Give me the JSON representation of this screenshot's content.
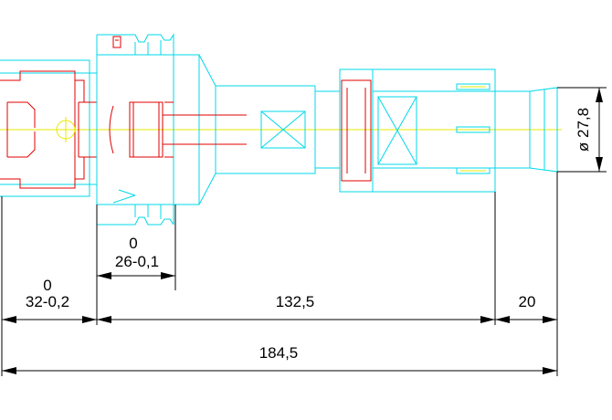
{
  "drawing": {
    "colors": {
      "outline": "#00d8e8",
      "detail": "#e00000",
      "centerline": "#e8e800",
      "dimension": "#000000",
      "background": "#ffffff"
    },
    "dimensions": {
      "shank_length": {
        "upper": "0",
        "lower": "32-0,2"
      },
      "collar_length": {
        "upper": "0",
        "lower": "26-0,1"
      },
      "body_length": "132,5",
      "tip_length": "20",
      "overall_length": "184,5",
      "tip_diameter": "ø 27,8"
    }
  }
}
